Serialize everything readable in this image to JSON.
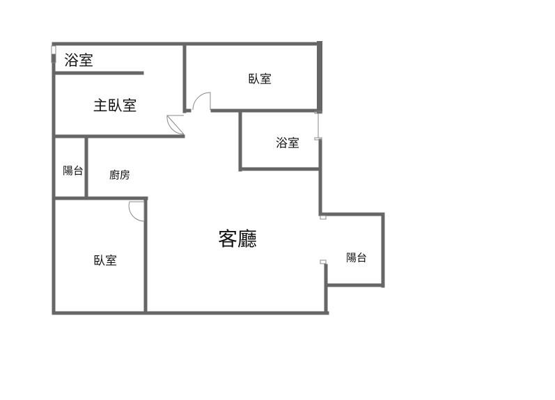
{
  "floorplan": {
    "wall_color": "#666666",
    "rooms": {
      "bath_master": "浴室",
      "master_bedroom": "主臥室",
      "bedroom_top": "臥室",
      "bath_right": "浴室",
      "balcony_left": "陽台",
      "kitchen": "廚房",
      "living_room": "客廳",
      "balcony_right": "陽台",
      "bedroom_bottom": "臥室"
    }
  }
}
